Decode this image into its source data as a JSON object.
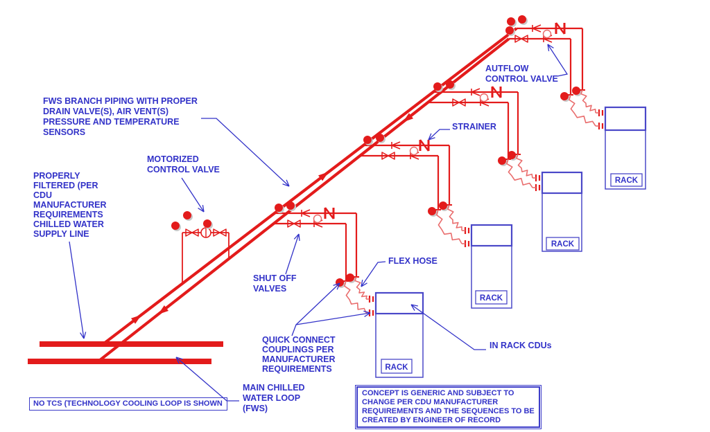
{
  "title": "In-rack CDU chilled water piping concept diagram",
  "colors": {
    "pipe_red": "#e31b1b",
    "light_red": "#e96d6d",
    "shadow_gray": "#c9c9c9",
    "annotation_blue": "#3232c8",
    "rack_blue": "#4a48c8",
    "background": "#ffffff"
  },
  "annotations": {
    "fws_branch_piping": "FWS BRANCH PIPING WITH PROPER\nDRAIN VALVE(S), AIR VENT(S)\nPRESSURE AND TEMPERATURE\nSENSORS",
    "motorized_control_valve": "MOTORIZED\nCONTROL VALVE",
    "properly_filtered": "PROPERLY\nFILTERED (PER\nCDU\nMANUFACTURER\nREQUIREMENTS\nCHILLED WATER\nSUPPLY LINE",
    "autflow_control_valve": "AUTFLOW\nCONTROL VALVE",
    "strainer": "STRAINER",
    "shut_off_valves": "SHUT OFF\nVALVES",
    "flex_hose": "FLEX HOSE",
    "quick_connect": "QUICK CONNECT\nCOUPLINGS PER\nMANUFACTURER\nREQUIREMENTS",
    "in_rack_cdus": "IN RACK CDUs",
    "main_chilled_water_loop": "MAIN CHILLED\nWATER LOOP\n(FWS)",
    "no_tcs_note": "NO TCS (TECHNOLOGY COOLING LOOP IS SHOWN",
    "concept_note": "CONCEPT IS GENERIC AND SUBJECT TO\nCHANGE PER CDU MANUFACTURER\nREQUIREMENTS AND THE SEQUENCES TO BE\nCREATED BY ENGINEER OF RECORD"
  },
  "racks": [
    {
      "label": "RACK"
    },
    {
      "label": "RACK"
    },
    {
      "label": "RACK"
    },
    {
      "label": "RACK"
    }
  ]
}
